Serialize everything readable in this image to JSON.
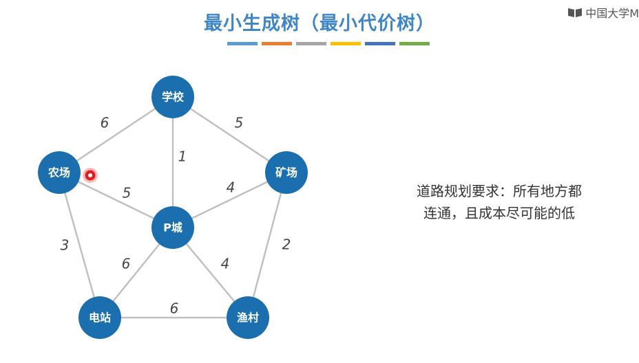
{
  "title": "最小生成树（最小代价树）",
  "watermark": "中国大学M",
  "color_bar": [
    "#5b9bd5",
    "#ed7d31",
    "#a5a5a5",
    "#ffc000",
    "#4472c4",
    "#70ad47"
  ],
  "description_lines": [
    "道路规划要求：所有地方都",
    "连通，且成本尽可能的低"
  ],
  "node_color": "#1b6fae",
  "edge_color": "#c0c0c0",
  "nodes": [
    {
      "id": "school",
      "label": "学校"
    },
    {
      "id": "farm",
      "label": "农场"
    },
    {
      "id": "mine",
      "label": "矿场"
    },
    {
      "id": "pcity",
      "label": "P城"
    },
    {
      "id": "station",
      "label": "电站"
    },
    {
      "id": "village",
      "label": "渔村"
    }
  ],
  "edges": [
    {
      "from": "school",
      "to": "farm",
      "weight": "6"
    },
    {
      "from": "school",
      "to": "mine",
      "weight": "5"
    },
    {
      "from": "school",
      "to": "pcity",
      "weight": "1"
    },
    {
      "from": "farm",
      "to": "pcity",
      "weight": "5"
    },
    {
      "from": "mine",
      "to": "pcity",
      "weight": "4"
    },
    {
      "from": "farm",
      "to": "station",
      "weight": "3"
    },
    {
      "from": "mine",
      "to": "village",
      "weight": "2"
    },
    {
      "from": "pcity",
      "to": "station",
      "weight": "6"
    },
    {
      "from": "pcity",
      "to": "village",
      "weight": "4"
    },
    {
      "from": "station",
      "to": "village",
      "weight": "6"
    }
  ]
}
